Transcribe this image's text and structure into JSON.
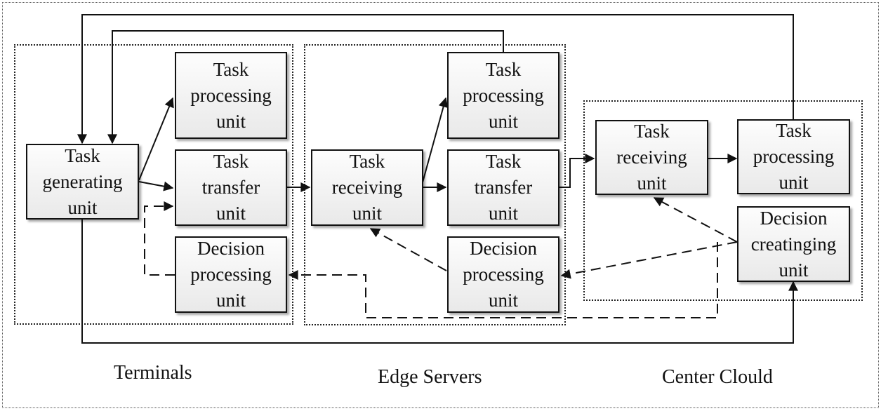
{
  "groups": {
    "terminals": "Terminals",
    "edge_servers": "Edge Servers",
    "center_cloud": "Center Clould"
  },
  "units": {
    "t_generating": "Task\ngenerating\nunit",
    "t_processing": "Task\nprocessing\nunit",
    "t_transfer": "Task\ntransfer\nunit",
    "t_decision": "Decision\nprocessing\nunit",
    "e_receiving": "Task\nreceiving\nunit",
    "e_processing": "Task\nprocessing\nunit",
    "e_transfer": "Task\ntransfer\nunit",
    "e_decision": "Decision\nprocessing\nunit",
    "c_receiving": "Task\nreceiving\nunit",
    "c_processing": "Task\nprocessing\nunit",
    "c_decision": "Decision\ncreatinging\nunit"
  }
}
